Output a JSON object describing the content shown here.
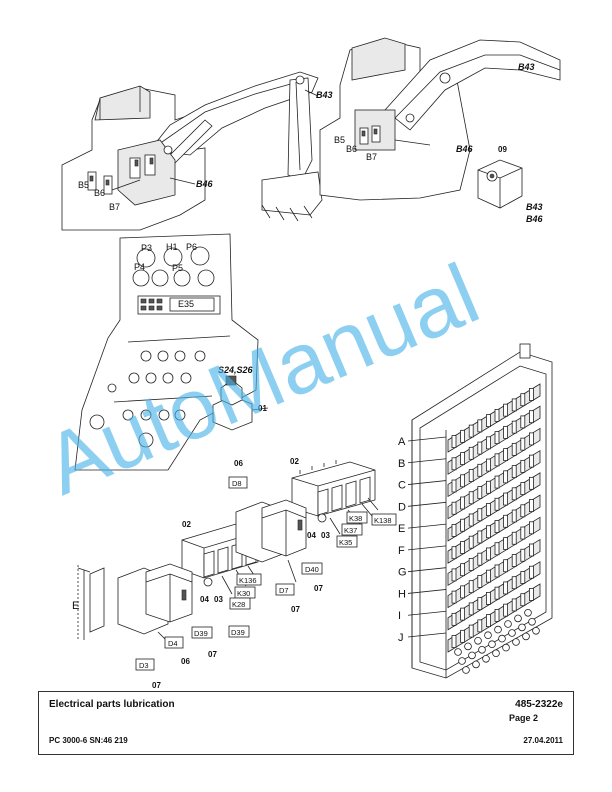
{
  "labels": {
    "b43_top": "B43",
    "b43_right": "B43",
    "b46_left": "B46",
    "b46_right": "B46",
    "b5_left": "B5",
    "b6_left": "B6",
    "b7_left": "B7",
    "b5_right": "B5",
    "b6_right": "B6",
    "b7_right": "B7",
    "part09": "09",
    "b43_sensor": "B43",
    "b46_sensor": "B46",
    "p3": "P3",
    "h1": "H1",
    "p6": "P6",
    "p4": "P4",
    "p5": "P5",
    "e35": "E35",
    "s24s26": "S24,S26",
    "part01": "01",
    "part06_top": "06",
    "part02_top": "02",
    "part02_mid": "02",
    "part04_a": "04",
    "part03_a": "03",
    "part04_b": "04",
    "part03_b": "03",
    "part07_a": "07",
    "part07_b": "07",
    "part07_c": "07",
    "part06_b": "06",
    "part07_d": "07",
    "e_side": "E"
  },
  "boxes": {
    "d8": "D8",
    "d40": "D40",
    "d7": "D7",
    "k38": "K38",
    "k138": "K138",
    "k37": "K37",
    "k35": "K35",
    "k136": "K136",
    "k30": "K30",
    "k28": "K28",
    "d39a": "D39",
    "d39b": "D39",
    "d4": "D4",
    "d3": "D3"
  },
  "cabinet_rows": [
    "A",
    "B",
    "C",
    "D",
    "E",
    "F",
    "G",
    "H",
    "I",
    "J"
  ],
  "watermark": "AutoManual",
  "title_block": {
    "title": "Electrical parts lubrication",
    "doc_number": "485-2322e",
    "page": "Page 2",
    "model": "PC 3000-6 SN:46 219",
    "date": "27.04.2011"
  }
}
